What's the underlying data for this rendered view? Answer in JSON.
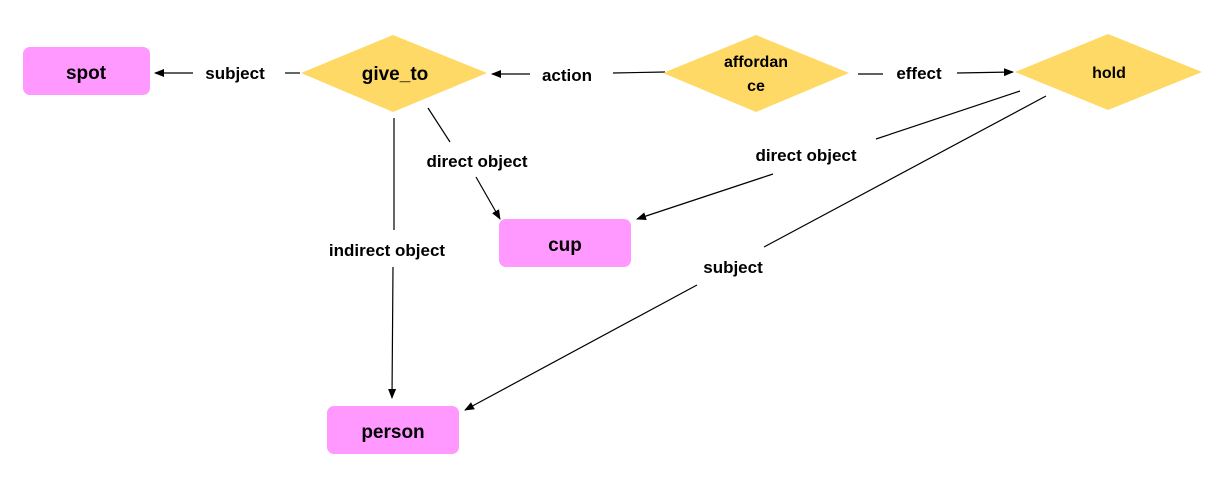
{
  "colors": {
    "entity_fill": "#ff99ff",
    "relation_fill": "#ffd966",
    "edge": "#000000"
  },
  "nodes": {
    "spot": "spot",
    "give_to": "give_to",
    "affordance_line1": "affordan",
    "affordance_line2": "ce",
    "hold": "hold",
    "cup": "cup",
    "person": "person"
  },
  "edges": {
    "give_to_spot": "subject",
    "affordance_give_to": "action",
    "affordance_hold": "effect",
    "give_to_cup": "direct object",
    "hold_cup": "direct object",
    "give_to_person": "indirect object",
    "hold_person": "subject"
  }
}
